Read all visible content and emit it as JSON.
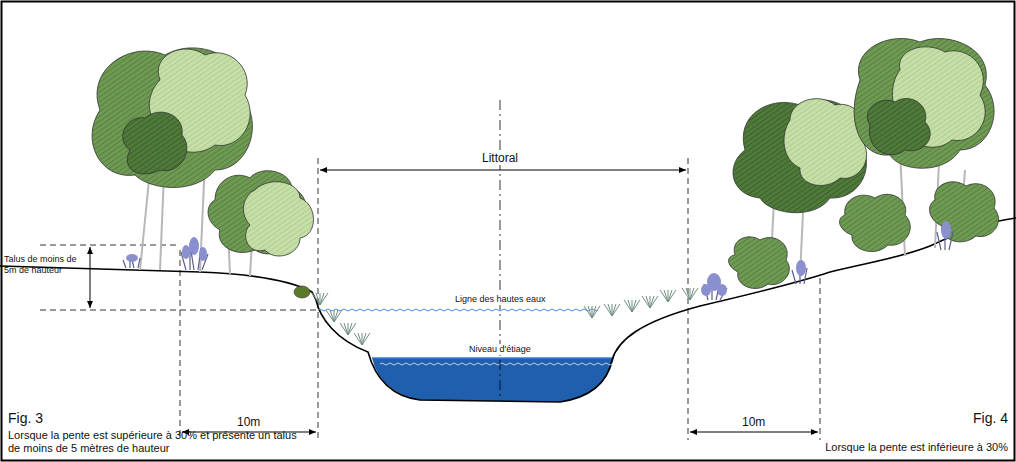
{
  "diagram": {
    "labels": [
      "Littoral",
      "Ligne des hautes eaux",
      "Niveau d'étiage",
      "Talus de moins de 5m de hauteur",
      "10m",
      "10m",
      "Fig. 3",
      "Lorsque la pente est supérieure à 30% et présente un talus de moins de 5 mètres de hauteur",
      "Fig. 4",
      "Lorsque la pente est inférieure à 30%"
    ]
  }
}
